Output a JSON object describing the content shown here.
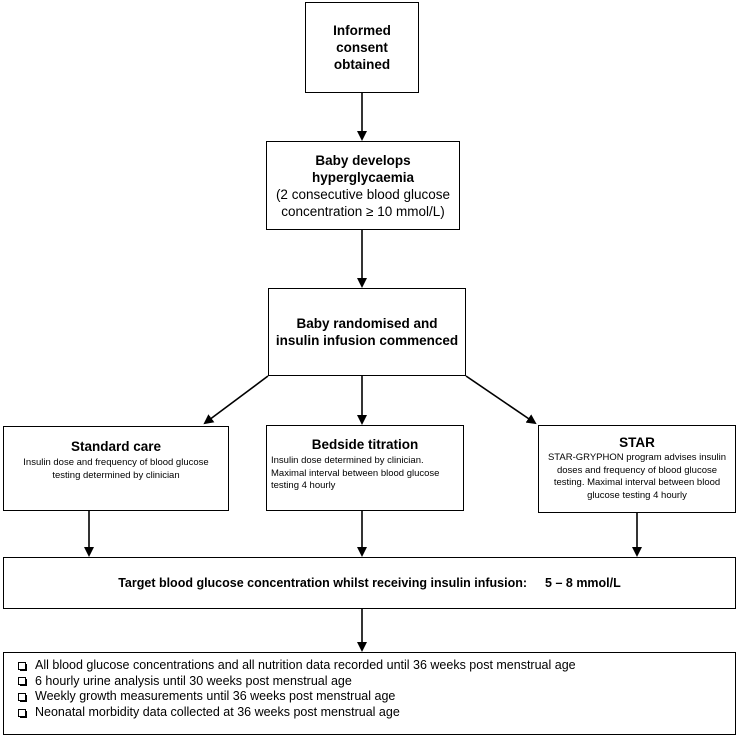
{
  "consent": {
    "text": "Informed consent obtained"
  },
  "hyperglycaemia": {
    "title": "Baby develops hyperglycaemia",
    "detail": "(2 consecutive blood glucose concentration ≥ 10 mmol/L)"
  },
  "randomised": {
    "text": "Baby randomised and insulin infusion commenced"
  },
  "arms": {
    "standard": {
      "title": "Standard care",
      "detail": "Insulin dose and frequency of blood glucose testing determined by clinician"
    },
    "bedside": {
      "title": "Bedside titration",
      "detail": "Insulin dose determined by clinician. Maximal interval between blood glucose testing 4 hourly"
    },
    "star": {
      "title": "STAR",
      "detail": "STAR-GRYPHON program advises insulin doses and frequency of blood glucose testing. Maximal interval between blood glucose testing 4 hourly"
    }
  },
  "target": {
    "label": "Target blood glucose concentration whilst receiving insulin infusion:",
    "range": "5 – 8 mmol/L"
  },
  "outcomes": [
    "All blood glucose concentrations and all nutrition data recorded until 36 weeks post menstrual age",
    "6 hourly urine analysis until 30 weeks post menstrual age",
    "Weekly growth measurements until 36 weeks post menstrual age",
    "Neonatal morbidity data collected at 36 weeks post menstrual age"
  ]
}
